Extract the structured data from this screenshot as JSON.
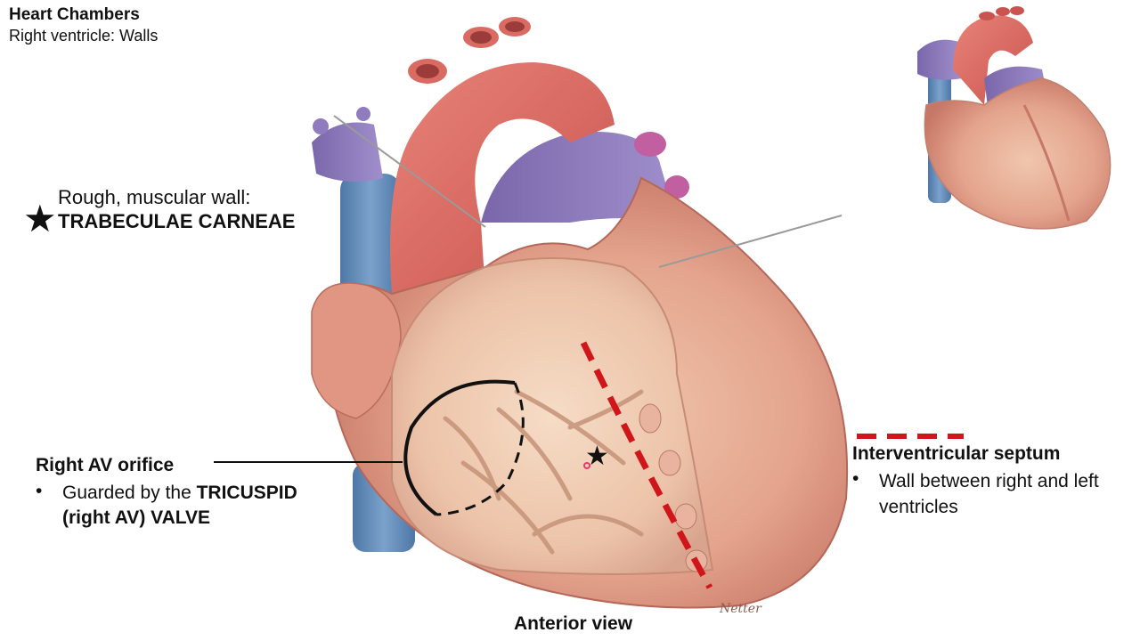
{
  "header": {
    "title": "Heart Chambers",
    "subtitle": "Right ventricle: Walls"
  },
  "labels": {
    "trabeculae": {
      "line1": "Rough, muscular wall:",
      "line2": "TRABECULAE CARNEAE",
      "marker": "★"
    },
    "right_av_orifice": {
      "title": "Right AV orifice",
      "bullet": "•",
      "text_prefix": "Guarded by the",
      "text_bold1": "TRICUSPID",
      "text_bold2": "(right AV) VALVE"
    },
    "interventricular_septum": {
      "title": "Interventricular septum",
      "bullet": "•",
      "text": "Wall between right and left ventricles"
    },
    "view_caption": "Anterior view",
    "artist_signature": "Netter"
  },
  "colors": {
    "septum_dash": "#d0161b",
    "vein_blue": "#6c8db6",
    "artery_red": "#d86e66",
    "muscle": "#e3a08b",
    "interior": "#efc9b0",
    "purple_vessel": "#8f7bbd"
  },
  "icons": {
    "trabeculae_marker": "star-icon",
    "interior_marker": "star-icon"
  }
}
